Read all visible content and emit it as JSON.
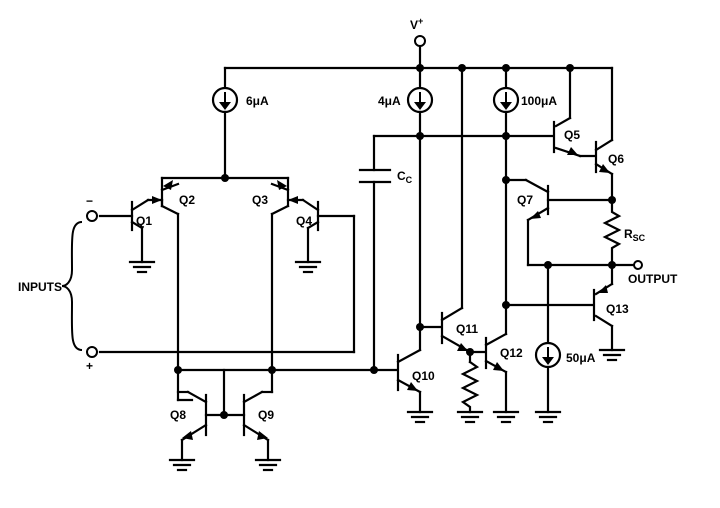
{
  "supply": {
    "label": "V",
    "sup": "+"
  },
  "sources": {
    "i1": "6μA",
    "i2": "4μA",
    "i3": "100μA",
    "i4": "50μA"
  },
  "transistors": [
    "Q1",
    "Q2",
    "Q3",
    "Q4",
    "Q5",
    "Q6",
    "Q7",
    "Q8",
    "Q9",
    "Q10",
    "Q11",
    "Q12",
    "Q13"
  ],
  "capacitor": {
    "main": "C",
    "sub": "C"
  },
  "resistor": {
    "main": "R",
    "sub": "SC"
  },
  "output": "OUTPUT",
  "inputs": {
    "label": "INPUTS",
    "minus": "−",
    "plus": "+"
  }
}
